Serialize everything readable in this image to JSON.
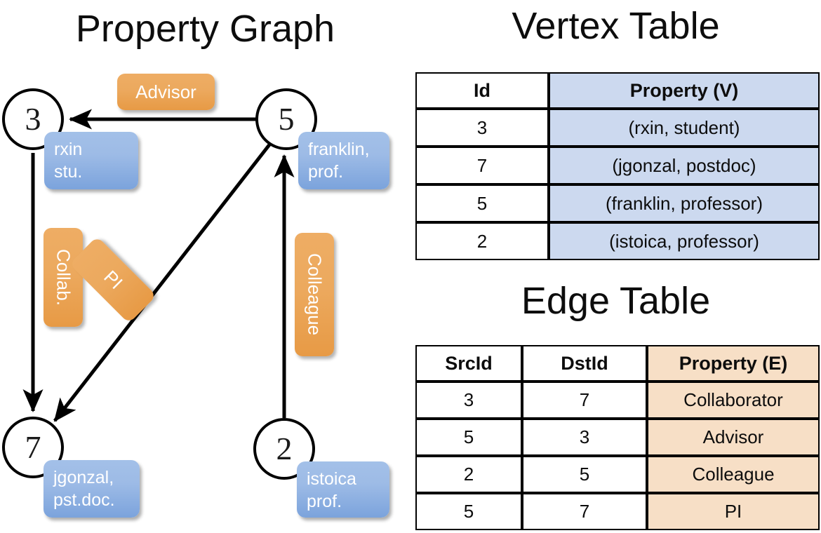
{
  "titles": {
    "property_graph": "Property Graph",
    "vertex_table": "Vertex Table",
    "edge_table": "Edge Table"
  },
  "colors": {
    "vertex_header_fill": "#ccd9ef",
    "edge_header_fill": "#f7dfc6",
    "property_callout": "#7ba3dc",
    "edge_label_callout": "#e79a45",
    "stroke": "#000000",
    "background": "#ffffff"
  },
  "graph": {
    "vertices": [
      {
        "id": "3",
        "property_text_line1": "rxin",
        "property_text_line2": "stu."
      },
      {
        "id": "5",
        "property_text_line1": "franklin,",
        "property_text_line2": "prof."
      },
      {
        "id": "7",
        "property_text_line1": "jgonzal,",
        "property_text_line2": "pst.doc."
      },
      {
        "id": "2",
        "property_text_line1": "istoica",
        "property_text_line2": "prof."
      }
    ],
    "edge_labels": [
      {
        "label": "Advisor",
        "orientation": "horizontal"
      },
      {
        "label": "Collab.",
        "orientation": "vertical"
      },
      {
        "label": "PI",
        "orientation": "diagonal"
      },
      {
        "label": "Colleague",
        "orientation": "vertical"
      }
    ],
    "edges": [
      {
        "src": "5",
        "dst": "3",
        "label": "Advisor"
      },
      {
        "src": "3",
        "dst": "7",
        "label": "Collab."
      },
      {
        "src": "5",
        "dst": "7",
        "label": "PI"
      },
      {
        "src": "2",
        "dst": "5",
        "label": "Colleague"
      }
    ]
  },
  "vertex_table": {
    "columns": [
      "Id",
      "Property (V)"
    ],
    "rows": [
      {
        "id": "3",
        "property": "(rxin, student)"
      },
      {
        "id": "7",
        "property": "(jgonzal, postdoc)"
      },
      {
        "id": "5",
        "property": "(franklin, professor)"
      },
      {
        "id": "2",
        "property": "(istoica, professor)"
      }
    ]
  },
  "edge_table": {
    "columns": [
      "SrcId",
      "DstId",
      "Property (E)"
    ],
    "rows": [
      {
        "src": "3",
        "dst": "7",
        "property": "Collaborator"
      },
      {
        "src": "5",
        "dst": "3",
        "property": "Advisor"
      },
      {
        "src": "2",
        "dst": "5",
        "property": "Colleague"
      },
      {
        "src": "5",
        "dst": "7",
        "property": "PI"
      }
    ]
  }
}
